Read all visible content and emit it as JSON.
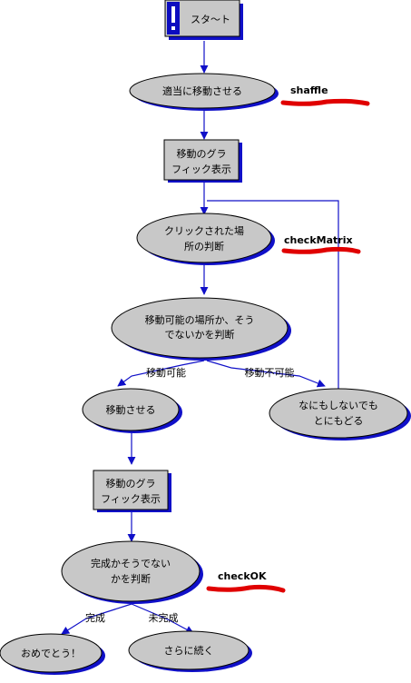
{
  "flow": {
    "start": {
      "label": "スタ〜ト",
      "icon": "exclamation-icon"
    },
    "shuffle": {
      "label": "適当に移動させる",
      "annotation": "shaffle"
    },
    "graphic1": {
      "line1": "移動のグラ",
      "line2": "フィック表示"
    },
    "click": {
      "line1": "クリックされた場",
      "line2": "所の判断",
      "annotation": "checkMatrix"
    },
    "judge": {
      "line1": "移動可能の場所か、そう",
      "line2": "でないかを判断",
      "yes_label": "移動可能",
      "no_label": "移動不可能"
    },
    "move": {
      "label": "移動させる"
    },
    "nothing": {
      "line1": "なにもしないでも",
      "line2": "とにもどる"
    },
    "graphic2": {
      "line1": "移動のグラ",
      "line2": "フィック表示"
    },
    "complete": {
      "line1": "完成かそうでない",
      "line2": "かを判断",
      "annotation": "checkOK",
      "yes_label": "完成",
      "no_label": "未完成"
    },
    "congrats": {
      "label": "おめでとう！"
    },
    "continue": {
      "label": "さらに続く"
    }
  },
  "colors": {
    "node_fill": "#c8c8c8",
    "node_shadow": "#1010c8",
    "arrow": "#1010c8",
    "underline": "#e00000",
    "text": "#000000"
  }
}
